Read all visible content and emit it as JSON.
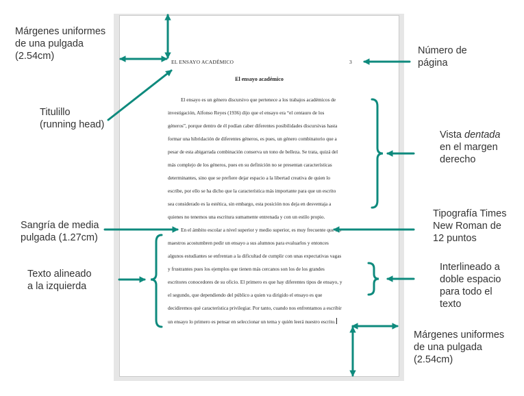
{
  "annotations": {
    "margin_top": [
      "Márgenes uniformes",
      "de una pulgada",
      "(2.54cm)"
    ],
    "page_number": [
      "Número de",
      "página"
    ],
    "running_head": [
      "Titulillo",
      "(running head)"
    ],
    "jagged": {
      "prefix": "Vista ",
      "em": "dentada",
      "rest": [
        "en el margen",
        "derecho"
      ]
    },
    "font": [
      "Tipografía Times",
      "New Roman de",
      "12 puntos"
    ],
    "indent": [
      "Sangría de media",
      "pulgada (1.27cm)"
    ],
    "left_aligned": [
      "Texto alineado",
      "a la izquierda"
    ],
    "double_space": [
      "Interlineado a",
      "doble espacio",
      "para todo el",
      "texto"
    ],
    "margin_bottom": [
      "Márgenes uniformes",
      "de una pulgada",
      "(2.54cm)"
    ]
  },
  "document": {
    "running_head": "EL ENSAYO ACADÉMICO",
    "page_number": "3",
    "title": "El ensayo académico",
    "lines": [
      "El ensayo es un género discursivo que pertenece a los trabajos académicos de",
      "investigación, Alfonso Reyes (1936) dijo que el ensayo era “el centauro de los",
      "géneros”, porque dentro de él podían caber diferentes posibilidades discursivas hasta",
      "formar una hibridación de diferentes géneros, es pues, un género combinatorio que a",
      "pesar de esta abigarrada combinación conserva un tono de belleza. Se trata, quizá del",
      "más complejo de los géneros, pues en su definición no se presentan características",
      "determinantes, sino que se prefiere dejar espacio a la libertad creativa de quien lo",
      "escribe, por ello se ha dicho que la característica más importante para que un escrito",
      "sea considerado es la estética, sin embargo, esta posición nos deja en desventaja a",
      "quienes no tenemos una escritura sumamente entrenada y con un estilo propio.",
      "En el ámbito escolar a nivel superior y medio superior, es muy frecuente que los",
      "maestros acostumbren pedir un ensayo a sus alumnos para evaluarlos y entonces",
      "algunos estudiantes se enfrentan a la dificultad de cumplir con unas expectativas vagas",
      "y frustrantes pues los ejemplos que tienen más cercanos son los de los grandes",
      "escritores conocedores de su oficio. El primero es que hay diferentes tipos de ensayo, y",
      "el segundo, que dependiendo del público a quien va dirigido el ensayo es que",
      "decidiremos qué característica privilegiar. Por tanto, cuando nos enfrentamos a escribir",
      "un ensayo lo primero es pensar en seleccionar un tema y quién leerá nuestro escrito."
    ]
  },
  "colors": {
    "accent": "#0e8a7d",
    "label_text": "#333333",
    "page_border": "#c9c9c9",
    "frame": "#e6e6e6"
  }
}
